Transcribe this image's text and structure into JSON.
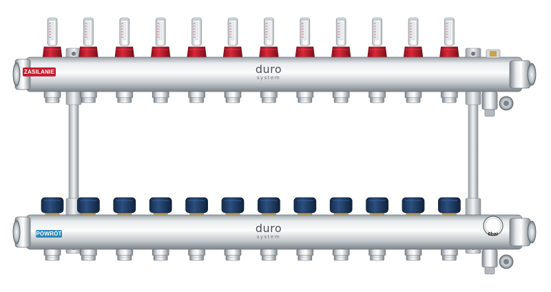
{
  "image": {
    "subject": "heating manifold",
    "background_color": "#ffffff"
  },
  "supply_manifold": {
    "label": "ZASILANIE",
    "label_color": "#c81d2e",
    "flow_meter_count": 12,
    "cap_color": "#c8182b"
  },
  "return_manifold": {
    "label": "POWRÓT",
    "label_color": "#2a86b8",
    "valve_count": 12,
    "cap_color": "#1f3c66"
  },
  "brand": {
    "name": "duro",
    "tagline": "system"
  },
  "gauge": {
    "label": "6bar"
  },
  "colors": {
    "steel": "#d4d8dc",
    "steel_dark": "#8c9399",
    "brass": "#c9a24a"
  }
}
